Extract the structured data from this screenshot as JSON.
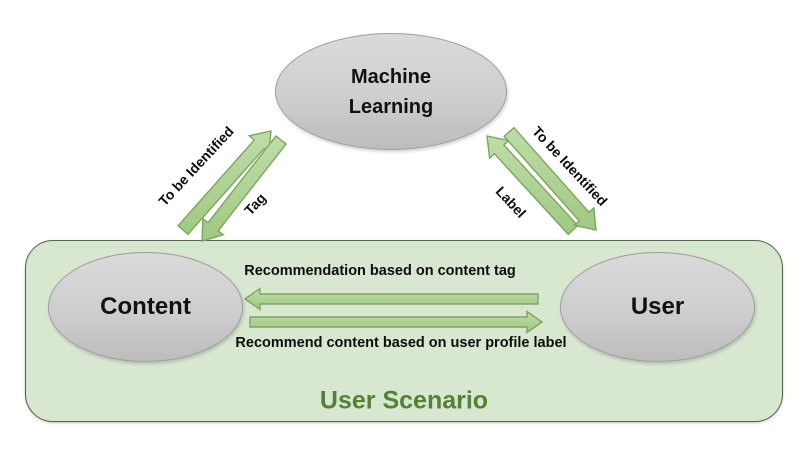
{
  "nodes": {
    "machine_learning": {
      "label": "Machine Learning"
    },
    "content": {
      "label": "Content"
    },
    "user": {
      "label": "User"
    }
  },
  "container": {
    "title": "User Scenario"
  },
  "edges": {
    "content_to_ml": {
      "from": "Content",
      "to": "Machine Learning",
      "label": "To be Identified"
    },
    "ml_to_content": {
      "from": "Machine Learning",
      "to": "Content",
      "label": "Tag"
    },
    "user_to_ml": {
      "from": "User",
      "to": "Machine Learning",
      "label": "To be Identified"
    },
    "ml_to_user": {
      "from": "Machine Learning",
      "to": "User",
      "label": "Label"
    },
    "user_to_content": {
      "from": "User",
      "to": "Content",
      "label": "Recommendation based on content tag"
    },
    "content_to_user": {
      "from": "Content",
      "to": "User",
      "label": "Recommend content based on user profile label"
    }
  },
  "colors": {
    "node_fill_top": "#dadada",
    "node_fill_bottom": "#bcbcbc",
    "node_border": "#9e9e9e",
    "arrow_fill": "#abd190",
    "arrow_border": "#7da55e",
    "container_fill": "#d8e7cf",
    "container_border": "#55644a",
    "container_title_text": "#538135",
    "label_text": "#0d0d0d",
    "background": "#ffffff"
  }
}
